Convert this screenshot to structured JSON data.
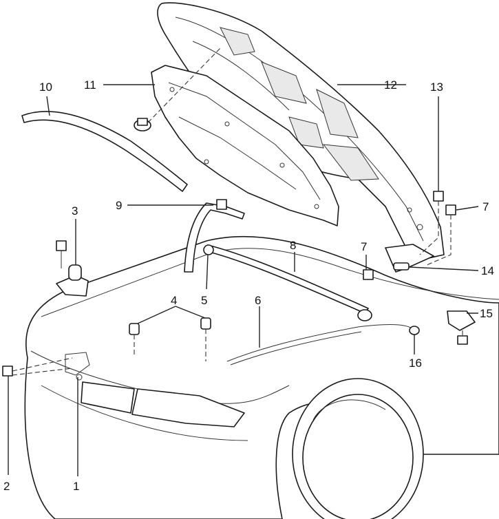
{
  "callouts": [
    {
      "id": "1",
      "label": "1"
    },
    {
      "id": "2",
      "label": "2"
    },
    {
      "id": "3",
      "label": "3"
    },
    {
      "id": "4",
      "label": "4"
    },
    {
      "id": "5",
      "label": "5"
    },
    {
      "id": "6",
      "label": "6"
    },
    {
      "id": "7a",
      "label": "7"
    },
    {
      "id": "7b",
      "label": "7"
    },
    {
      "id": "8",
      "label": "8"
    },
    {
      "id": "9",
      "label": "9"
    },
    {
      "id": "10",
      "label": "10"
    },
    {
      "id": "11",
      "label": "11"
    },
    {
      "id": "12",
      "label": "12"
    },
    {
      "id": "13",
      "label": "13"
    },
    {
      "id": "14",
      "label": "14"
    },
    {
      "id": "15",
      "label": "15"
    },
    {
      "id": "16",
      "label": "16"
    }
  ]
}
